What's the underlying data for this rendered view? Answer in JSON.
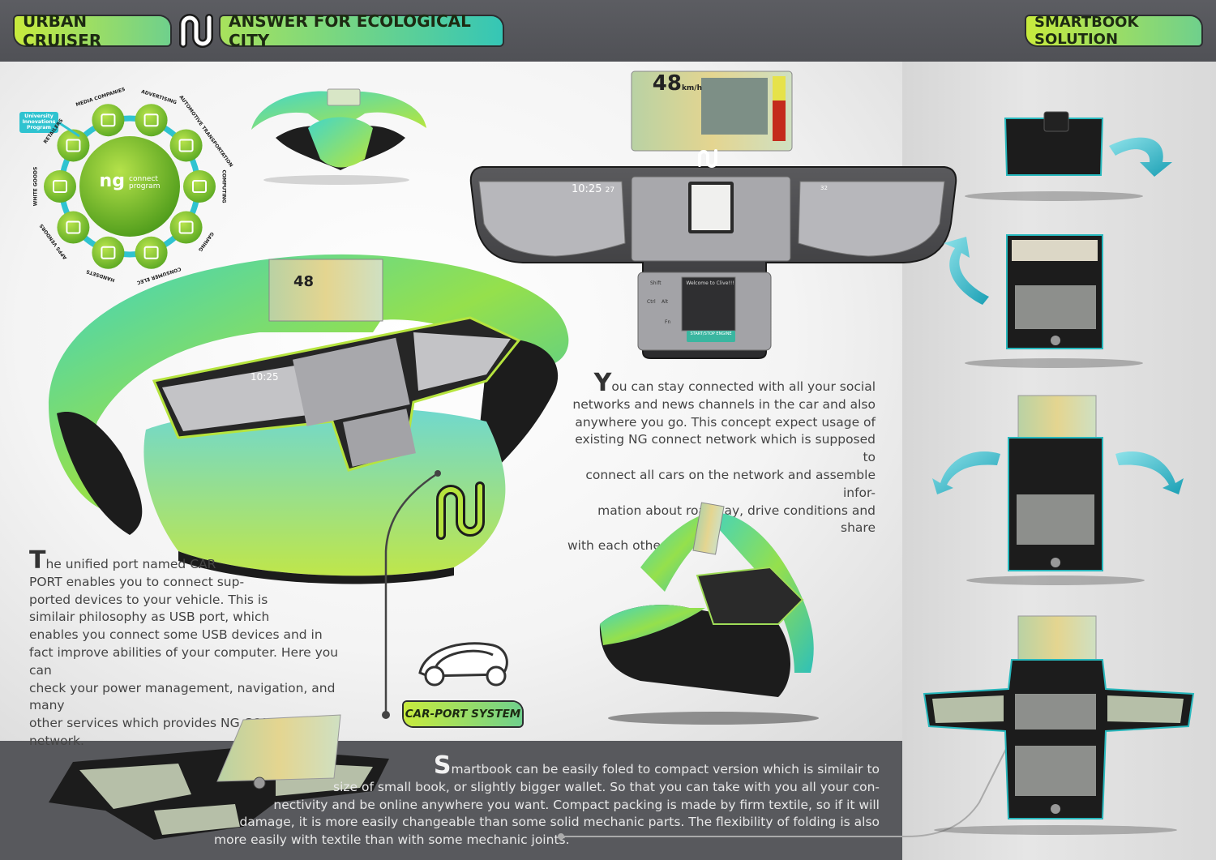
{
  "header": {
    "title_left": "URBAN CRUISER",
    "title_mid": "ANSWER FOR ECOLOGICAL CITY",
    "title_right": "SMARTBOOK SOLUTION"
  },
  "colors": {
    "topbar": "#55565b",
    "accent_green": "#b6e43e",
    "accent_teal": "#2fc3c7",
    "bottom_band": "#58595d"
  },
  "ng_network": {
    "center_label_1": "ng",
    "center_label_2": "connect",
    "center_label_3": "program",
    "callout": [
      "University",
      "Innovations",
      "Program"
    ],
    "nodes": [
      "ADVERTISING",
      "AUTOMOTIVE TRANSPORTATION",
      "COMPUTING",
      "GAMING",
      "CONSUMER ELEC",
      "HANDSETS",
      "APPS VENDORS",
      "WHITE GOODS",
      "RETAILERS",
      "MEDIA COMPANIES"
    ]
  },
  "dashboard": {
    "speed": "48",
    "speed_unit": "km/h",
    "clock": "10:25",
    "date": "27",
    "start_button": "START/STOP ENGINE",
    "welcome": "Welcome to Clive!!!",
    "shift": "Shift",
    "ctrl": "Ctrl",
    "alt": "Alt",
    "fn": "Fn",
    "weather_temp": "32"
  },
  "texts": {
    "connected_cap": "Y",
    "connected_lines": [
      "ou can stay connected with all your social",
      "networks and news channels in the car and also",
      "anywhere you go. This concept expect usage of",
      "existing NG connect network which is supposed to",
      "connect all cars on the network and assemble infor-",
      "mation about roadway, drive conditions and share",
      "with each others."
    ],
    "carport_cap": "T",
    "carport_lines": [
      "he unified port named CAR",
      "PORT enables you to connect sup-",
      "ported devices to your vehicle. This is",
      "similair philosophy as USB port, which",
      "enables you connect some USB devices and in",
      "fact improve abilities of your computer. Here you can",
      "check your power management, navigation, and many",
      "other services which provides NG CONNECT network."
    ],
    "carport_label": "CAR-PORT SYSTEM",
    "smartbook_cap": "S",
    "smartbook_lines": [
      "martbook can be easily foled to compact version which is similair to",
      "size of small book, or slightly bigger wallet. So that you can take with you all your con-",
      "nectivity and be online anywhere you want. Compact packing is made by firm textile, so if it will",
      "damage, it is more easily changeable than some solid mechanic parts. The flexibility of folding is also",
      "more easily with textile than with some mechanic joints."
    ]
  }
}
